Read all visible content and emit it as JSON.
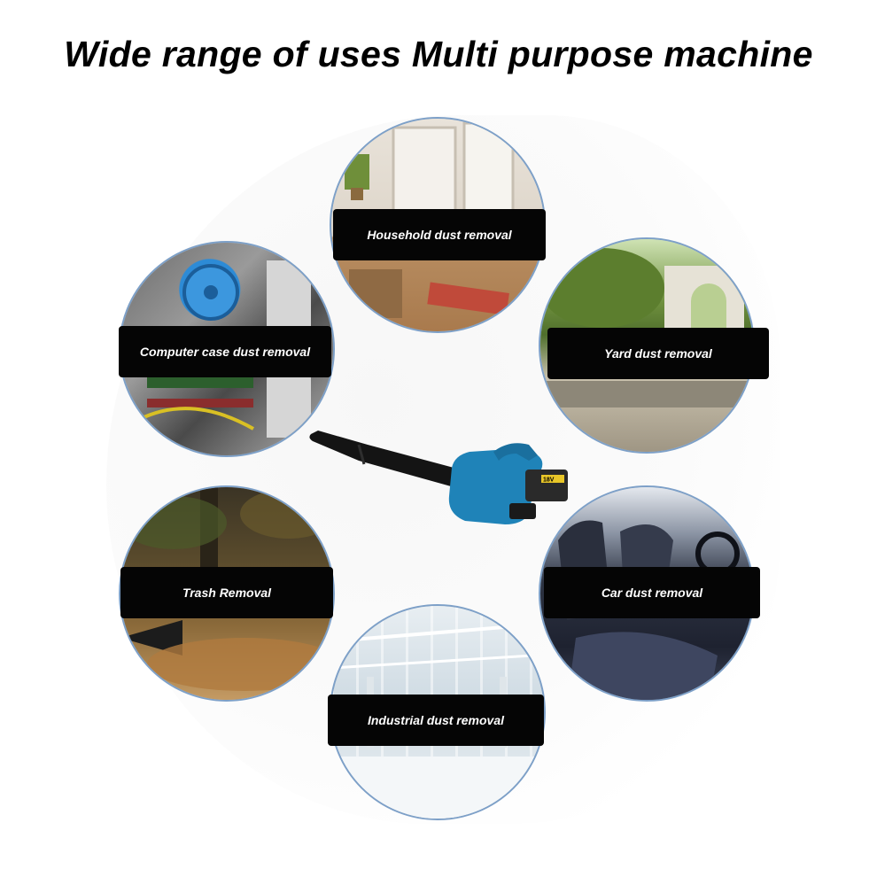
{
  "title": "Wide range of uses Multi purpose machine",
  "uses": {
    "household": "Household dust removal",
    "computer": "Computer case dust removal",
    "yard": "Yard dust removal",
    "trash": "Trash Removal",
    "car": "Car dust removal",
    "industrial": "Industrial dust removal"
  },
  "product": {
    "battery_label": "18V",
    "colors": {
      "body": "#1f83b8",
      "nozzle": "#1a1a1a",
      "battery": "#2a2a2a",
      "battery_tag": "#e8c628"
    }
  },
  "colors": {
    "label_bg": "#050505",
    "label_text": "#ffffff",
    "circle_border": "#7da0c8"
  }
}
